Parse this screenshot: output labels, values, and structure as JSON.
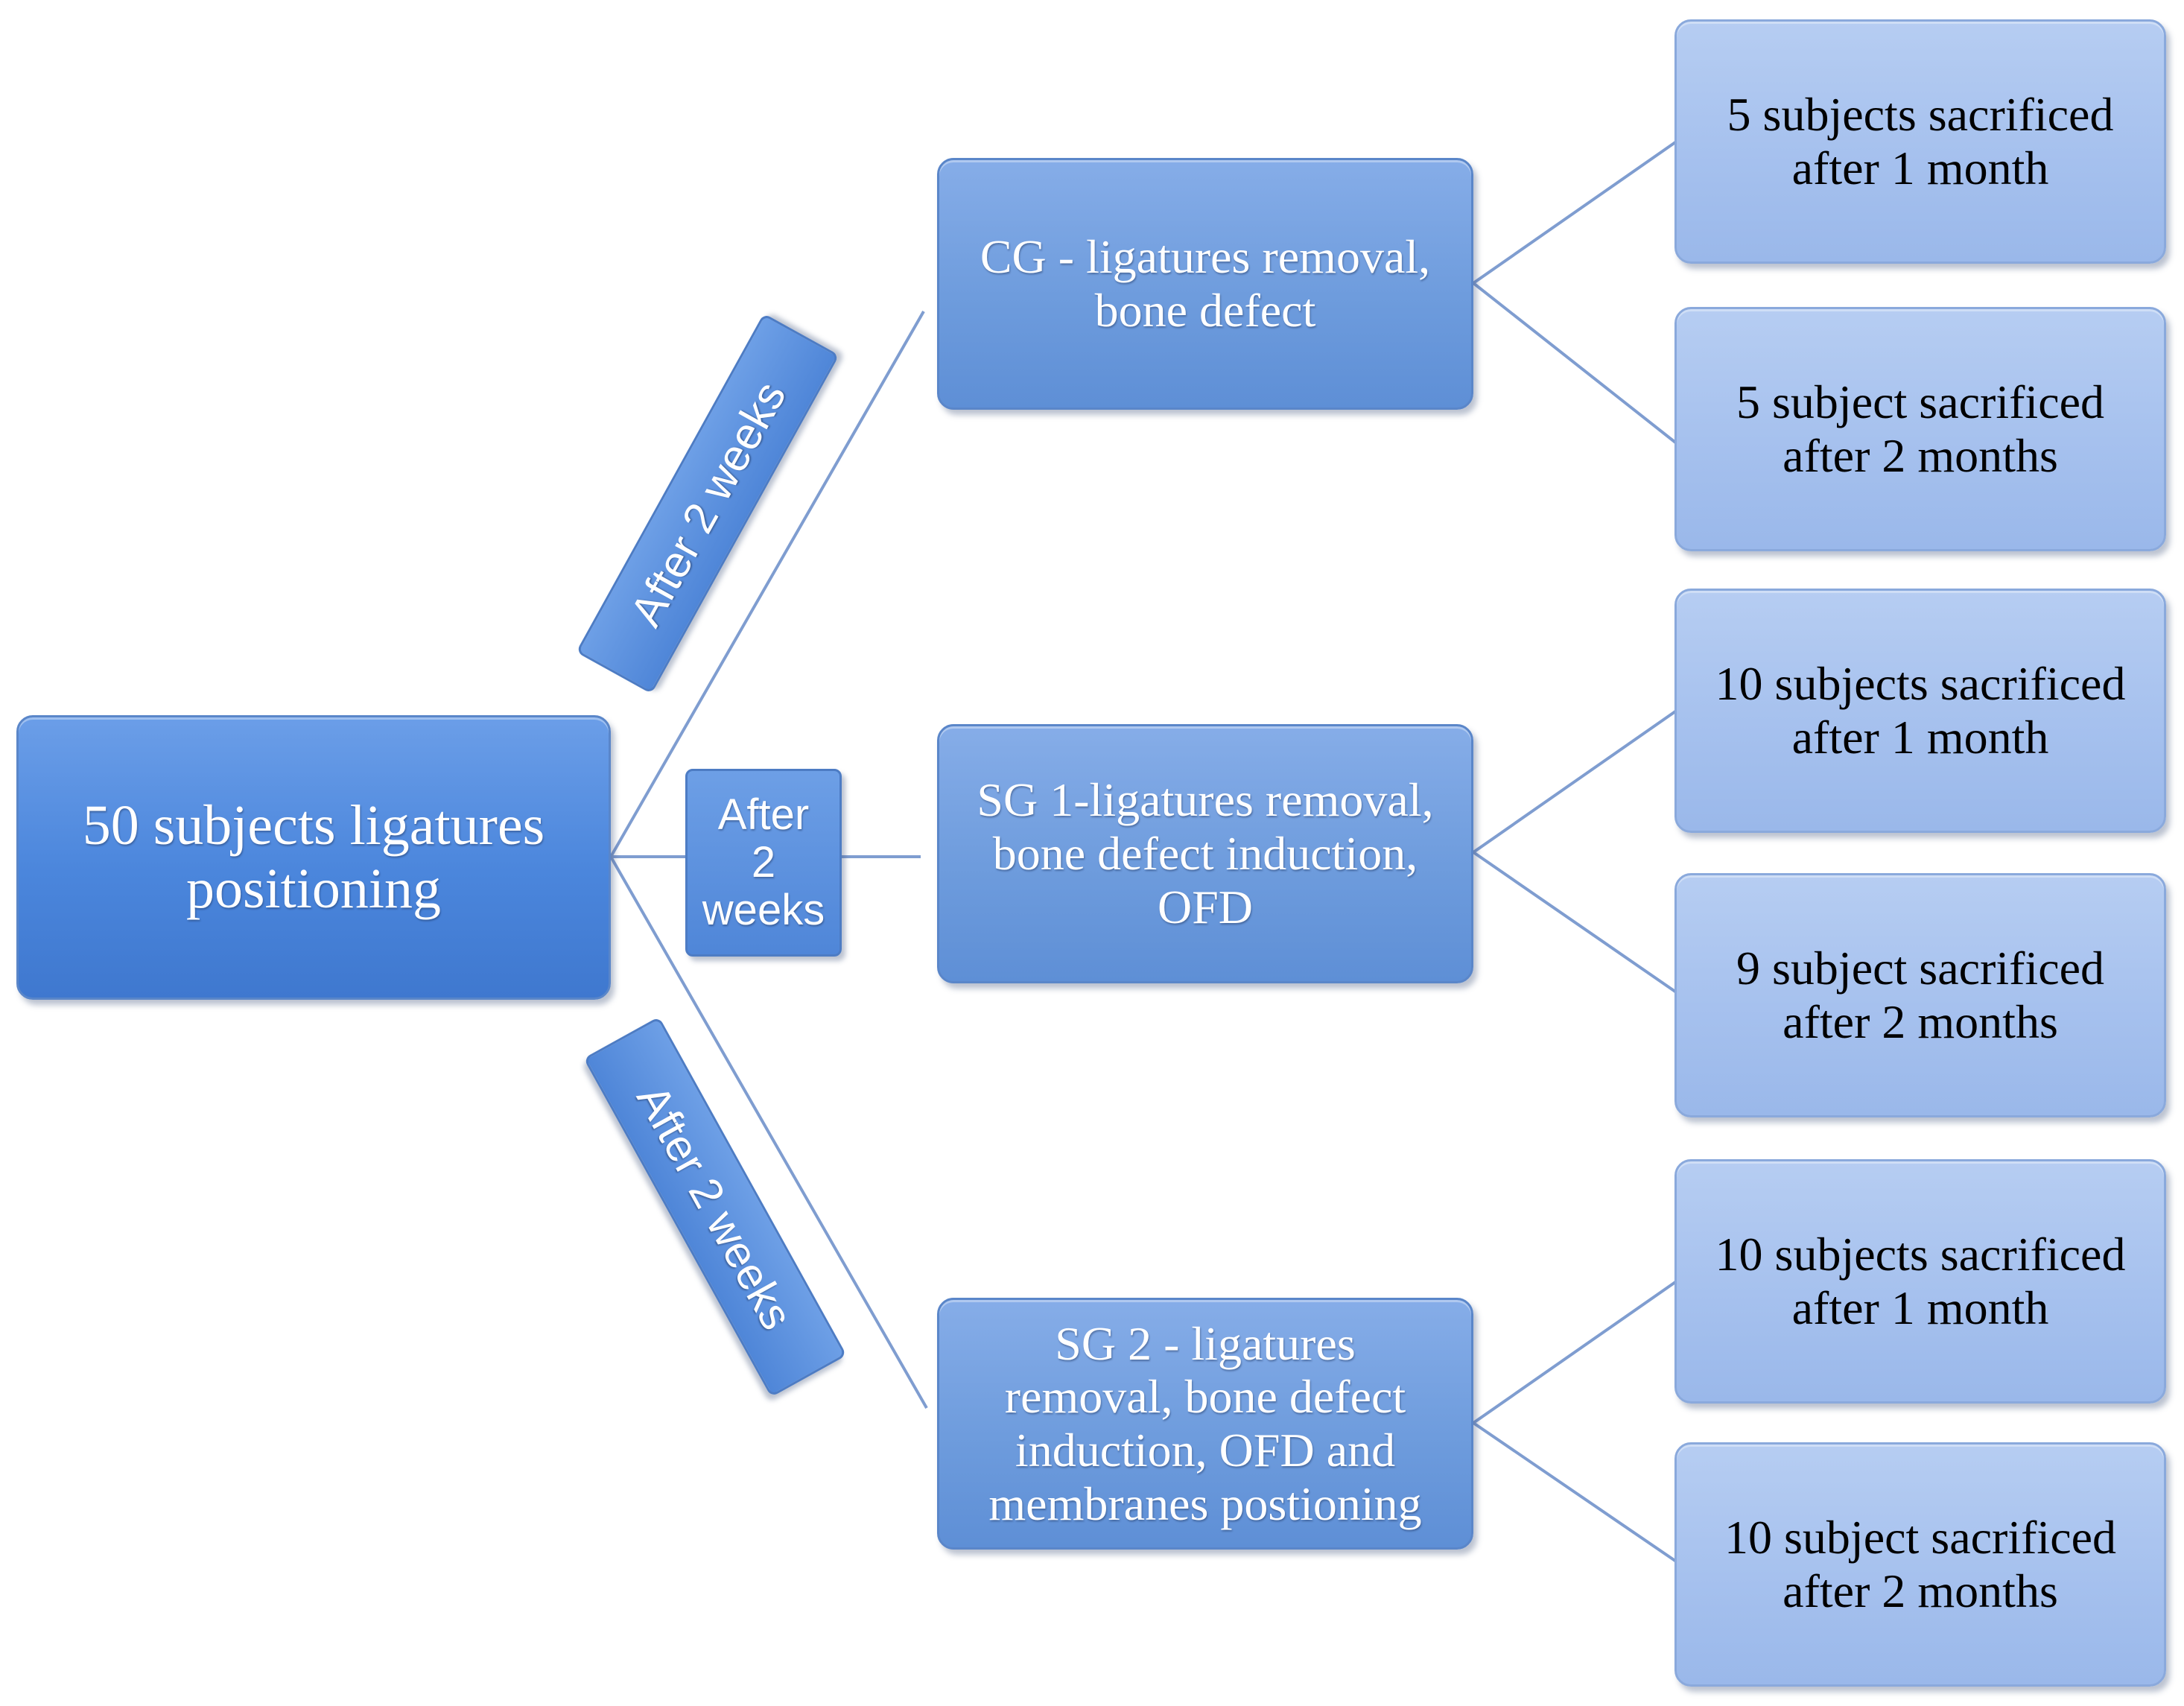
{
  "root": {
    "label": "50 subjects ligatures\npositioning"
  },
  "transitions": {
    "top": "After 2 weeks",
    "middle": "After\n2\nweeks",
    "bottom": "After 2 weeks"
  },
  "groups": [
    {
      "label": "CG - ligatures removal,\nbone defect",
      "outcomes": [
        "5 subjects sacrificed\nafter 1 month",
        "5 subject sacrificed\nafter 2 months"
      ]
    },
    {
      "label": "SG 1-ligatures removal,\nbone defect induction,\nOFD",
      "outcomes": [
        "10 subjects sacrificed\nafter 1 month",
        "9 subject sacrificed\nafter 2 months"
      ]
    },
    {
      "label": "SG 2 - ligatures\nremoval, bone defect\ninduction, OFD and\nmembranes postioning",
      "outcomes": [
        "10 subjects sacrificed\nafter 1 month",
        "10 subject sacrificed\nafter 2 months"
      ]
    }
  ],
  "colors": {
    "root_fill": "#4b86dc",
    "group_fill": "#6e9cdd",
    "outcome_fill": "#a6c1ee",
    "connector": "#7f9dd0"
  }
}
